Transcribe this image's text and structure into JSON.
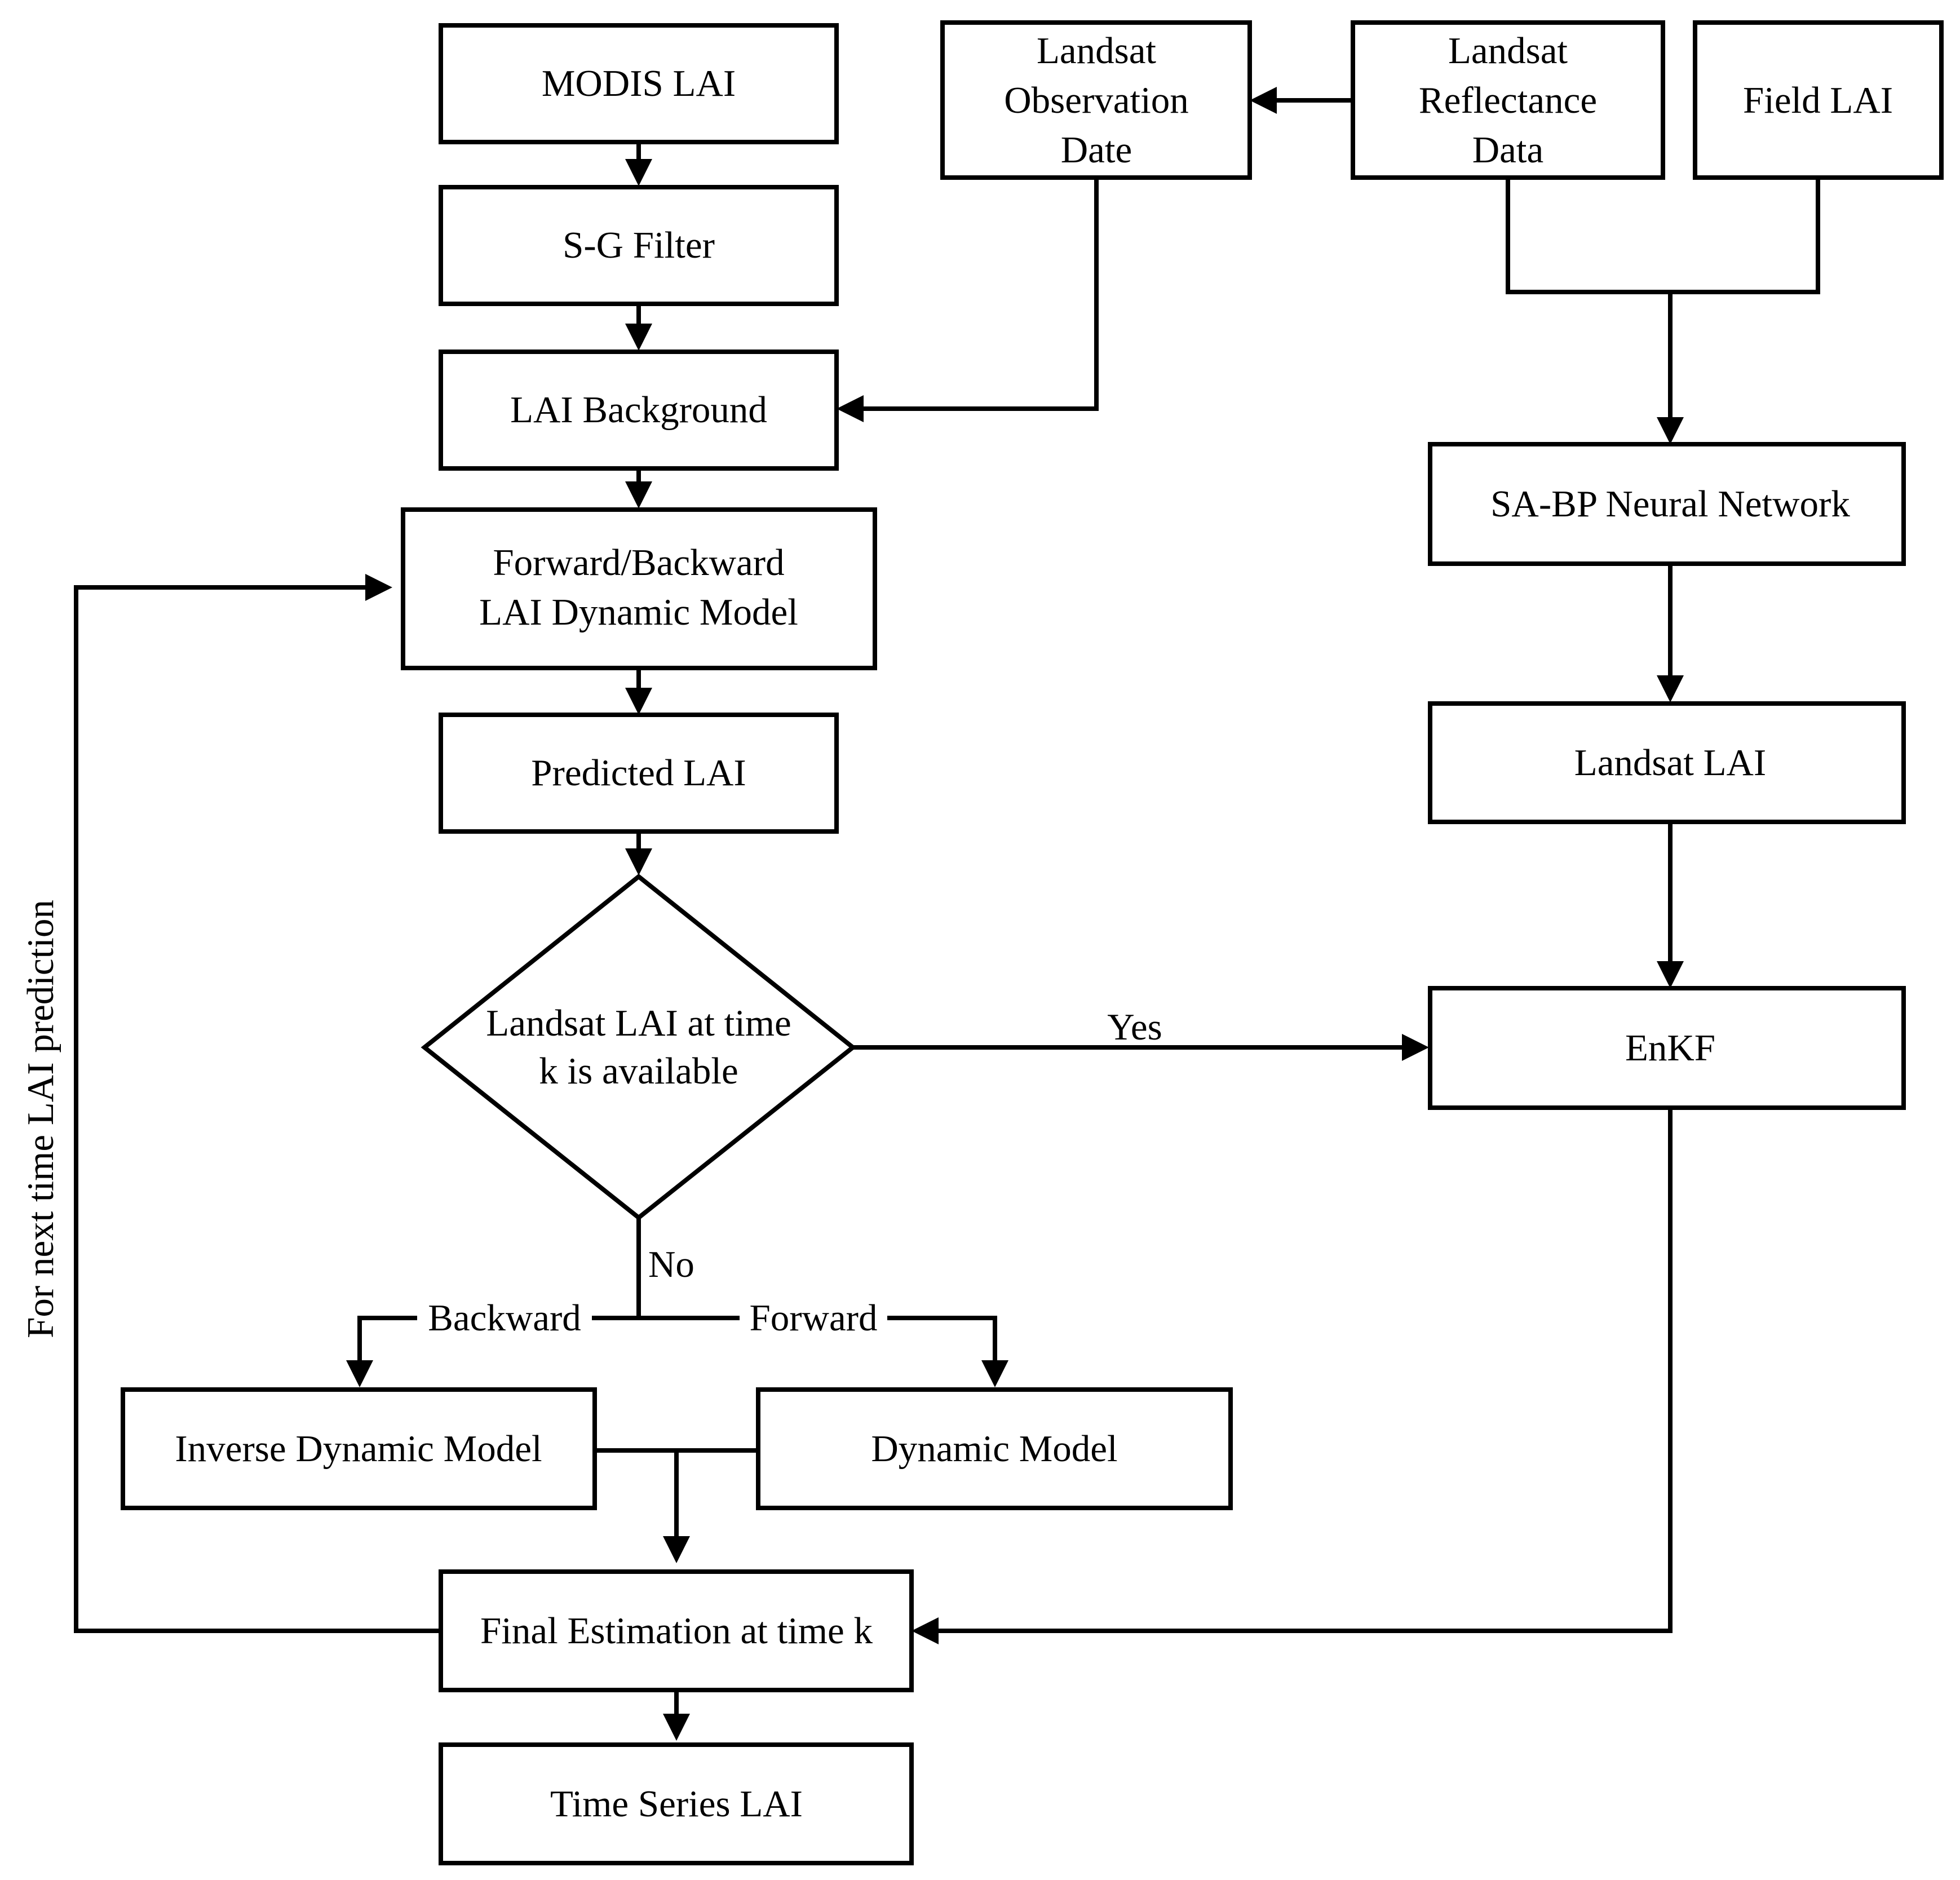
{
  "nodes": {
    "modis_lai": "MODIS LAI",
    "sg_filter": "S-G Filter",
    "lai_background": "LAI Background",
    "dynamic_model_box": [
      "Forward/Backward",
      "LAI Dynamic Model"
    ],
    "predicted_lai": "Predicted LAI",
    "decision": [
      "Landsat LAI at time",
      "k is available"
    ],
    "landsat_obs_date": [
      "Landsat",
      "Observation",
      "Date"
    ],
    "landsat_reflectance": [
      "Landsat",
      "Reflectance",
      "Data"
    ],
    "field_lai": "Field LAI",
    "sabp_nn": "SA-BP Neural Network",
    "landsat_lai": "Landsat LAI",
    "enkf": "EnKF",
    "inverse_dynamic_model": "Inverse Dynamic Model",
    "dynamic_model": "Dynamic Model",
    "final_estimation": "Final Estimation at time k",
    "time_series_lai": "Time Series LAI"
  },
  "edge_labels": {
    "yes": "Yes",
    "no": "No",
    "backward": "Backward",
    "forward": "Forward",
    "feedback": "For next time LAI prediction"
  },
  "colors": {
    "stroke": "#000000",
    "fill": "#ffffff",
    "text": "#000000"
  }
}
